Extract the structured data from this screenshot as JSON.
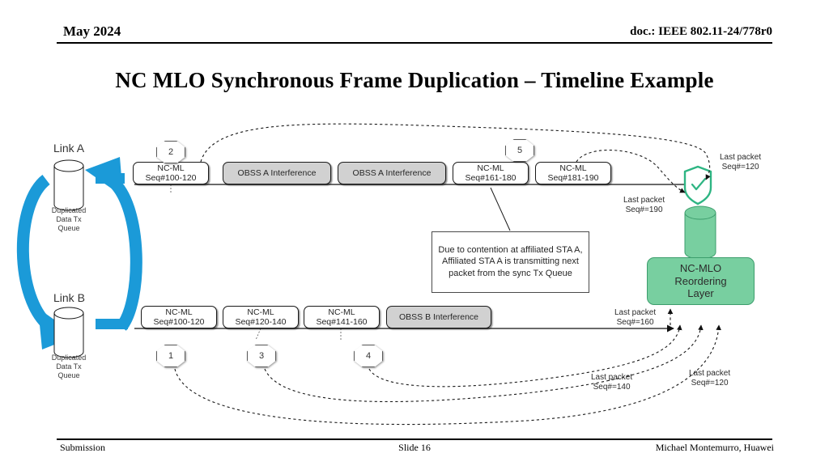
{
  "header": {
    "date": "May 2024",
    "doc": "doc.: IEEE 802.11-24/778r0"
  },
  "title": "NC MLO Synchronous Frame Duplication – Timeline Example",
  "footer": {
    "left": "Submission",
    "center": "Slide 16",
    "right": "Michael Montemurro, Huawei"
  },
  "colors": {
    "blue_arrow": "#1b9ad8",
    "green_fill": "#78cfa0",
    "green_stroke": "#3d9e6d",
    "shield_stroke": "#2eb583",
    "gray_box": "#d1d1d1",
    "box_stroke": "#1a1a1a"
  },
  "links": {
    "a": {
      "label": "Link A",
      "queue_caption": "Duplicated\nData Tx\nQueue",
      "queue_caption_lines": [
        "Duplicated",
        "Data Tx",
        "Queue"
      ],
      "frames": [
        {
          "kind": "nc-ml",
          "l1": "NC-ML",
          "l2": "Seq#100-120"
        },
        {
          "kind": "interference",
          "l1": "OBSS A Interference",
          "l2": ""
        },
        {
          "kind": "interference",
          "l1": "OBSS A Interference",
          "l2": ""
        },
        {
          "kind": "nc-ml",
          "l1": "NC-ML",
          "l2": "Seq#161-180"
        },
        {
          "kind": "nc-ml",
          "l1": "NC-ML",
          "l2": "Seq#181-190"
        }
      ]
    },
    "b": {
      "label": "Link B",
      "queue_caption_lines": [
        "Duplicated",
        "Data Tx",
        "Queue"
      ],
      "frames": [
        {
          "kind": "nc-ml",
          "l1": "NC-ML",
          "l2": "Seq#100-120"
        },
        {
          "kind": "nc-ml",
          "l1": "NC-ML",
          "l2": "Seq#120-140"
        },
        {
          "kind": "nc-ml",
          "l1": "NC-ML",
          "l2": "Seq#141-160"
        },
        {
          "kind": "interference",
          "l1": "OBSS B Interference",
          "l2": ""
        }
      ]
    }
  },
  "steps": [
    {
      "n": "1"
    },
    {
      "n": "2"
    },
    {
      "n": "3"
    },
    {
      "n": "4"
    },
    {
      "n": "5"
    }
  ],
  "callout": {
    "text": "Due to contention at affiliated STA A, Affiliated STA A is transmitting next packet from the sync Tx Queue"
  },
  "reordering": {
    "line1": "NC-MLO",
    "line2": "Reordering",
    "line3": "Layer"
  },
  "packet_labels": [
    {
      "id": "top-right",
      "l1": "Last packet",
      "l2": "Seq#=120"
    },
    {
      "id": "shield-left",
      "l1": "Last packet",
      "l2": "Seq#=190"
    },
    {
      "id": "link-b-end",
      "l1": "Last packet",
      "l2": "Seq#=160"
    },
    {
      "id": "bottom-mid",
      "l1": "Last packet",
      "l2": "Seq#=140"
    },
    {
      "id": "bottom-right",
      "l1": "Last packet",
      "l2": "Seq#=120"
    }
  ]
}
